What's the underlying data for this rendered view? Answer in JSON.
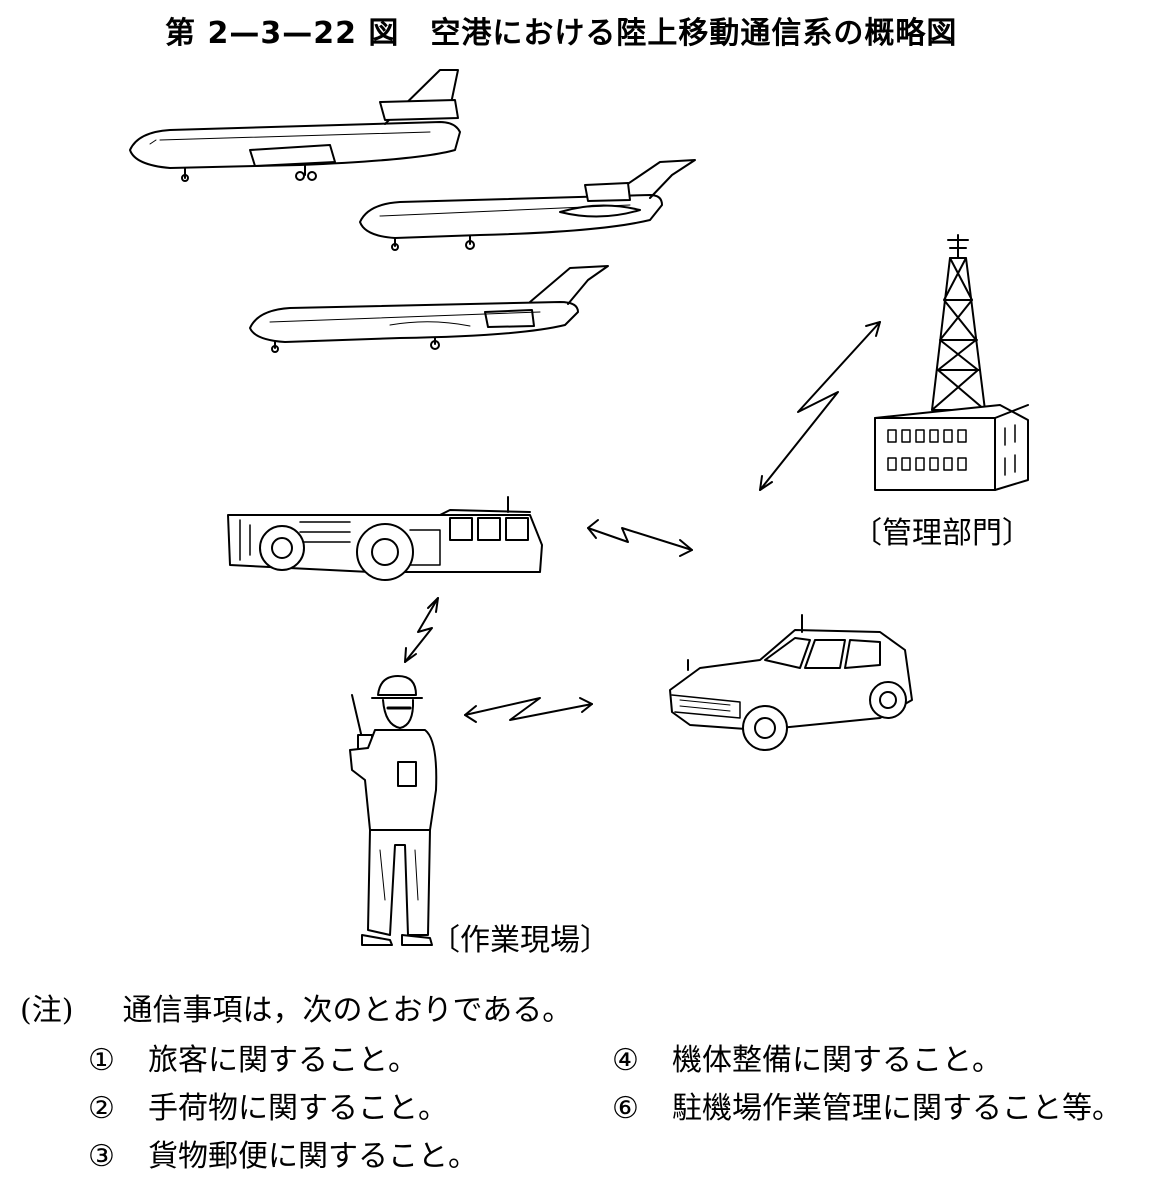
{
  "title": "第 2—3—22 図　空港における陸上移動通信系の概略図",
  "labels": {
    "management": "〔管理部門〕",
    "worksite": "〔作業現場〕"
  },
  "note": {
    "prefix": "(注)",
    "text": "通信事項は，次のとおりである。",
    "items": [
      {
        "num": "①",
        "text": "旅客に関すること。"
      },
      {
        "num": "②",
        "text": "手荷物に関すること。"
      },
      {
        "num": "③",
        "text": "貨物郵便に関すること。"
      },
      {
        "num": "④",
        "text": "機体整備に関すること。"
      },
      {
        "num": "⑥",
        "text": "駐機場作業管理に関すること等。"
      }
    ]
  },
  "icons": [
    "airplane-icon",
    "radio-tower-icon",
    "building-icon",
    "tug-vehicle-icon",
    "car-icon",
    "worker-icon",
    "radio-link-icon"
  ]
}
